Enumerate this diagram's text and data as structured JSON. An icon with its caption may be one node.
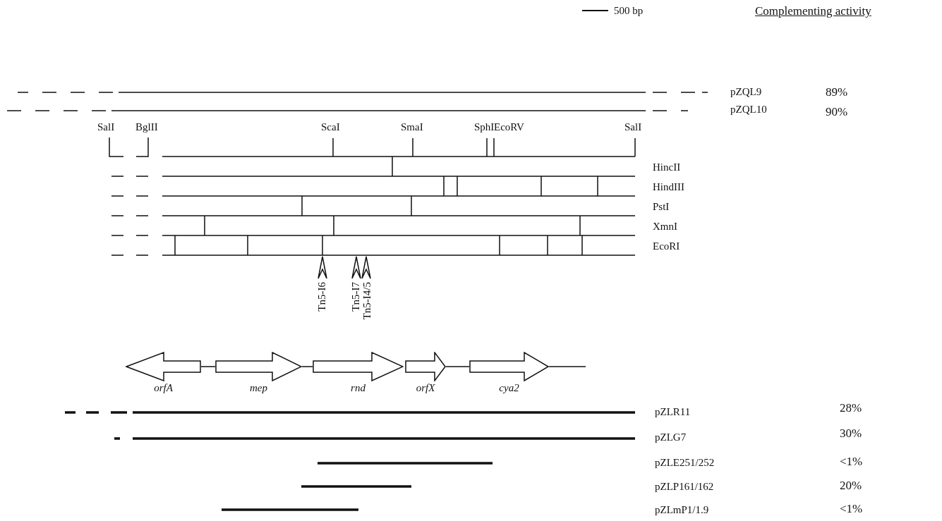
{
  "diagram": {
    "nodes": [
      {
        "text": [
          "orfA"
        ]
      },
      {
        "text": [
          "mep"
        ]
      },
      {
        "text": [
          "rnd"
        ]
      },
      {
        "text": [
          "orfX"
        ]
      },
      {
        "text": [
          "cya2"
        ]
      }
    ],
    "edges": [
      {
        "from": 0,
        "to": 1,
        "arrow": "none"
      },
      {
        "from": 1,
        "to": 2,
        "arrow": "none"
      },
      {
        "from": 3,
        "to": 4,
        "arrow": "none"
      },
      {
        "from": 4,
        "to": null,
        "arrow": "none"
      }
    ],
    "labels": [
      "500 bp",
      "Complementing activity",
      "pZQL9",
      "89%",
      "pZQL10",
      "90%",
      "SalI",
      "BglII",
      "ScaI",
      "SmaI",
      "SphI",
      "EcoRV",
      "SalI",
      "HincII",
      "HindIII",
      "PstI",
      "XmnI",
      "EcoRI",
      "Tn5-I6",
      "Tn5-I7",
      "Tn5-I4/5",
      "pZLR11",
      "28%",
      "pZLG7",
      "30%",
      "pZLE251/252",
      "<1%",
      "pZLP161/162",
      "20%",
      "pZLmP1/1.9",
      "<1%"
    ]
  }
}
